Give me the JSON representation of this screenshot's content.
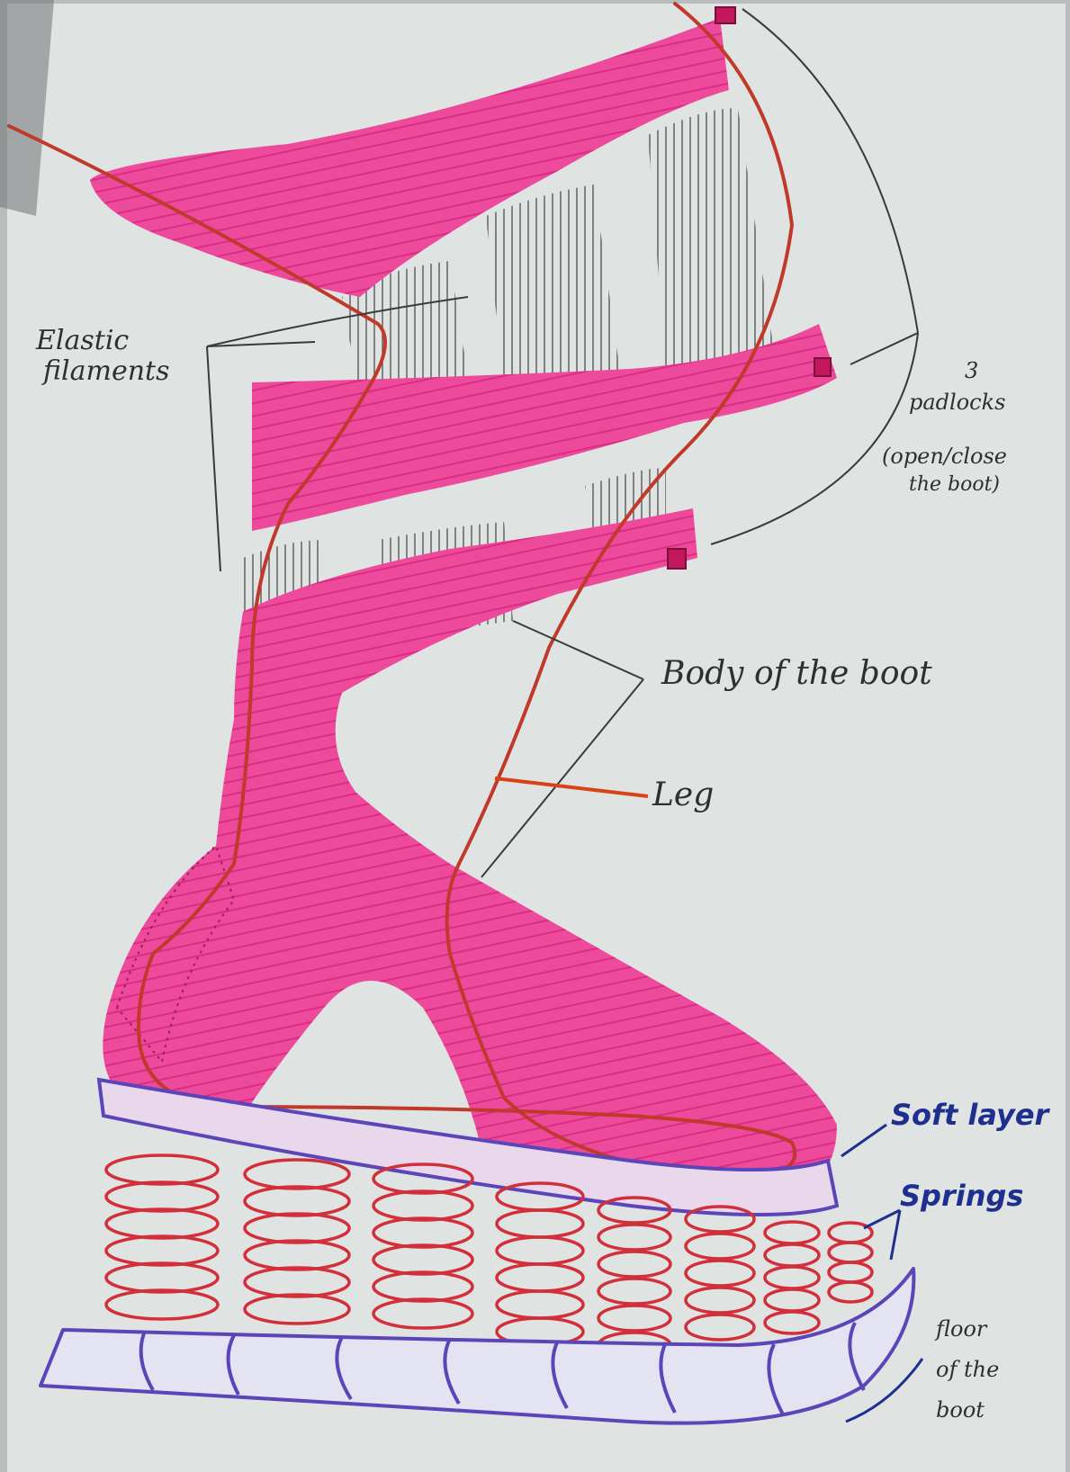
{
  "labels": {
    "elastic_1": "Elastic",
    "elastic_2": "filaments",
    "padlocks_1": "3",
    "padlocks_2": "padlocks",
    "padlocks_3": "(open/close",
    "padlocks_4": "the boot)",
    "body": "Body of the boot",
    "leg": "Leg",
    "soft_layer": "Soft layer",
    "springs": "Springs",
    "floor_1": "floor",
    "floor_2": "of the",
    "floor_3": "boot"
  },
  "colors": {
    "paper": "#dfe3e2",
    "boot_body": "#ee3f96",
    "leg_line": "#c0392b",
    "spring": "#d32f3a",
    "floor": "#5b45b8",
    "ink": "#3a3a3a",
    "blue_ink": "#1f2f8f"
  }
}
